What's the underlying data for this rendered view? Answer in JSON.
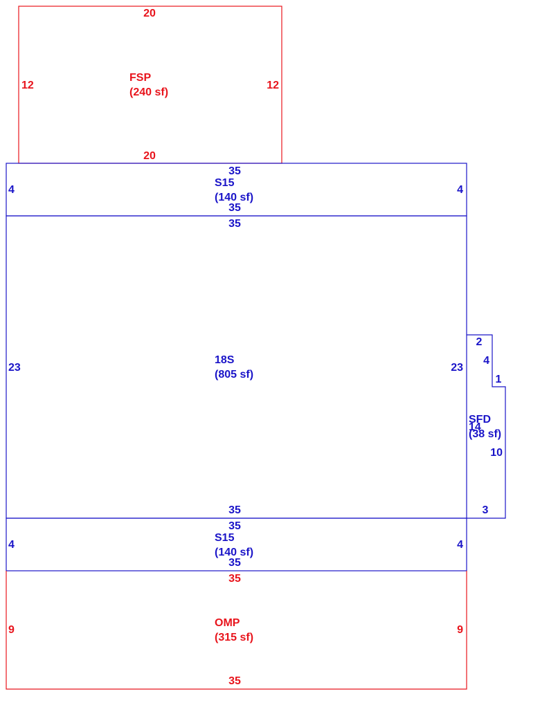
{
  "colors": {
    "red": "#e8141c",
    "blue": "#1a14c8"
  },
  "sections": [
    {
      "code": "FSP",
      "area": "(240 sf)",
      "color": "red",
      "dims": {
        "top": "20",
        "bottom": "20",
        "left": "12",
        "right": "12"
      }
    },
    {
      "code": "S15",
      "area": "(140 sf)",
      "color": "blue",
      "dims": {
        "top": "35",
        "bottom": "35",
        "left": "4",
        "right": "4"
      }
    },
    {
      "code": "18S",
      "area": "(805 sf)",
      "color": "blue",
      "dims": {
        "top": "35",
        "bottom": "35",
        "left": "23",
        "right": "23"
      }
    },
    {
      "code": "S15",
      "area": "(140 sf)",
      "color": "blue",
      "dims": {
        "top": "35",
        "bottom": "35",
        "left": "4",
        "right": "4"
      }
    },
    {
      "code": "OMP",
      "area": "(315 sf)",
      "color": "red",
      "dims": {
        "top": "35",
        "bottom": "35",
        "left": "9",
        "right": "9"
      }
    },
    {
      "code": "SFD",
      "area": "(38 sf)",
      "color": "blue",
      "dims": {
        "top": "2",
        "step_v": "4",
        "step_h": "1",
        "right": "10",
        "bottom": "3",
        "left": "14"
      }
    }
  ]
}
